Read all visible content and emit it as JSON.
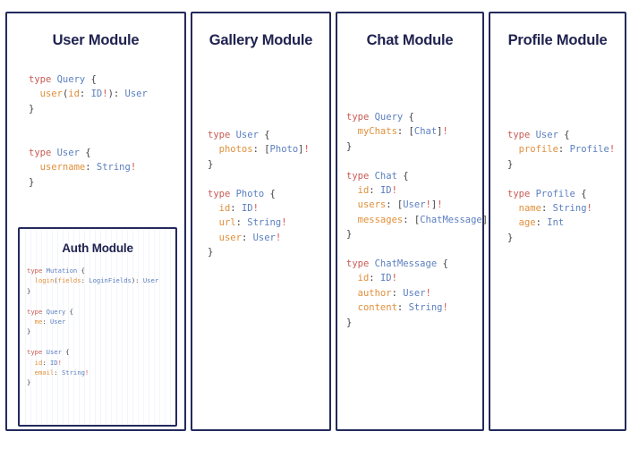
{
  "diagram": {
    "kind": "graphql-schema-module-panels",
    "background": "#ffffff",
    "border_color": "#232a5c",
    "title_color": "#20234f",
    "token_colors": {
      "keyword": "#c75b55",
      "type_name": "#5b7fc0",
      "field_name": "#e0903c",
      "punctuation": "#3f3f46",
      "bang": "#d1544c"
    }
  },
  "panels": [
    {
      "id": "user",
      "title": "User Module",
      "code_lines": [
        [
          {
            "t": "type ",
            "c": "k"
          },
          {
            "t": "Query",
            "c": "t"
          },
          {
            "t": " {",
            "c": "p"
          }
        ],
        [
          {
            "t": "  user",
            "c": "f"
          },
          {
            "t": "(",
            "c": "p"
          },
          {
            "t": "id",
            "c": "f"
          },
          {
            "t": ": ",
            "c": "p"
          },
          {
            "t": "ID",
            "c": "t"
          },
          {
            "t": "!",
            "c": "b"
          },
          {
            "t": "): ",
            "c": "p"
          },
          {
            "t": "User",
            "c": "t"
          }
        ],
        [
          {
            "t": "}",
            "c": "p"
          }
        ],
        [
          {
            "t": "",
            "c": "p"
          }
        ],
        [
          {
            "t": "",
            "c": "p"
          }
        ],
        [
          {
            "t": "type ",
            "c": "k"
          },
          {
            "t": "User",
            "c": "t"
          },
          {
            "t": " {",
            "c": "p"
          }
        ],
        [
          {
            "t": "  username",
            "c": "f"
          },
          {
            "t": ": ",
            "c": "p"
          },
          {
            "t": "String",
            "c": "t"
          },
          {
            "t": "!",
            "c": "b"
          }
        ],
        [
          {
            "t": "}",
            "c": "p"
          }
        ]
      ],
      "nested": {
        "id": "auth",
        "title": "Auth Module",
        "code_lines": [
          [
            {
              "t": "type ",
              "c": "k"
            },
            {
              "t": "Mutation",
              "c": "t"
            },
            {
              "t": " {",
              "c": "p"
            }
          ],
          [
            {
              "t": "  login",
              "c": "f"
            },
            {
              "t": "(",
              "c": "p"
            },
            {
              "t": "fields",
              "c": "f"
            },
            {
              "t": ": ",
              "c": "p"
            },
            {
              "t": "LoginFields",
              "c": "t"
            },
            {
              "t": "): ",
              "c": "p"
            },
            {
              "t": "User",
              "c": "t"
            }
          ],
          [
            {
              "t": "}",
              "c": "p"
            }
          ],
          [
            {
              "t": "",
              "c": "p"
            }
          ],
          [
            {
              "t": "type ",
              "c": "k"
            },
            {
              "t": "Query",
              "c": "t"
            },
            {
              "t": " {",
              "c": "p"
            }
          ],
          [
            {
              "t": "  me",
              "c": "f"
            },
            {
              "t": ": ",
              "c": "p"
            },
            {
              "t": "User",
              "c": "t"
            }
          ],
          [
            {
              "t": "}",
              "c": "p"
            }
          ],
          [
            {
              "t": "",
              "c": "p"
            }
          ],
          [
            {
              "t": "type ",
              "c": "k"
            },
            {
              "t": "User",
              "c": "t"
            },
            {
              "t": " {",
              "c": "p"
            }
          ],
          [
            {
              "t": "  id",
              "c": "f"
            },
            {
              "t": ": ",
              "c": "p"
            },
            {
              "t": "ID",
              "c": "t"
            },
            {
              "t": "!",
              "c": "b"
            }
          ],
          [
            {
              "t": "  email",
              "c": "f"
            },
            {
              "t": ": ",
              "c": "p"
            },
            {
              "t": "String",
              "c": "t"
            },
            {
              "t": "!",
              "c": "b"
            }
          ],
          [
            {
              "t": "}",
              "c": "p"
            }
          ]
        ]
      }
    },
    {
      "id": "gallery",
      "title": "Gallery Module",
      "code_lines": [
        [
          {
            "t": "type ",
            "c": "k"
          },
          {
            "t": "User",
            "c": "t"
          },
          {
            "t": " {",
            "c": "p"
          }
        ],
        [
          {
            "t": "  photos",
            "c": "f"
          },
          {
            "t": ": [",
            "c": "p"
          },
          {
            "t": "Photo",
            "c": "t"
          },
          {
            "t": "]",
            "c": "p"
          },
          {
            "t": "!",
            "c": "b"
          }
        ],
        [
          {
            "t": "}",
            "c": "p"
          }
        ],
        [
          {
            "t": "",
            "c": "p"
          }
        ],
        [
          {
            "t": "type ",
            "c": "k"
          },
          {
            "t": "Photo",
            "c": "t"
          },
          {
            "t": " {",
            "c": "p"
          }
        ],
        [
          {
            "t": "  id",
            "c": "f"
          },
          {
            "t": ": ",
            "c": "p"
          },
          {
            "t": "ID",
            "c": "t"
          },
          {
            "t": "!",
            "c": "b"
          }
        ],
        [
          {
            "t": "  url",
            "c": "f"
          },
          {
            "t": ": ",
            "c": "p"
          },
          {
            "t": "String",
            "c": "t"
          },
          {
            "t": "!",
            "c": "b"
          }
        ],
        [
          {
            "t": "  user",
            "c": "f"
          },
          {
            "t": ": ",
            "c": "p"
          },
          {
            "t": "User",
            "c": "t"
          },
          {
            "t": "!",
            "c": "b"
          }
        ],
        [
          {
            "t": "}",
            "c": "p"
          }
        ]
      ]
    },
    {
      "id": "chat",
      "title": "Chat Module",
      "code_lines": [
        [
          {
            "t": "type ",
            "c": "k"
          },
          {
            "t": "Query",
            "c": "t"
          },
          {
            "t": " {",
            "c": "p"
          }
        ],
        [
          {
            "t": "  myChats",
            "c": "f"
          },
          {
            "t": ": [",
            "c": "p"
          },
          {
            "t": "Chat",
            "c": "t"
          },
          {
            "t": "]",
            "c": "p"
          },
          {
            "t": "!",
            "c": "b"
          }
        ],
        [
          {
            "t": "}",
            "c": "p"
          }
        ],
        [
          {
            "t": "",
            "c": "p"
          }
        ],
        [
          {
            "t": "type ",
            "c": "k"
          },
          {
            "t": "Chat",
            "c": "t"
          },
          {
            "t": " {",
            "c": "p"
          }
        ],
        [
          {
            "t": "  id",
            "c": "f"
          },
          {
            "t": ": ",
            "c": "p"
          },
          {
            "t": "ID",
            "c": "t"
          },
          {
            "t": "!",
            "c": "b"
          }
        ],
        [
          {
            "t": "  users",
            "c": "f"
          },
          {
            "t": ": [",
            "c": "p"
          },
          {
            "t": "User",
            "c": "t"
          },
          {
            "t": "!",
            "c": "b"
          },
          {
            "t": "]",
            "c": "p"
          },
          {
            "t": "!",
            "c": "b"
          }
        ],
        [
          {
            "t": "  messages",
            "c": "f"
          },
          {
            "t": ": [",
            "c": "p"
          },
          {
            "t": "ChatMessage",
            "c": "t"
          },
          {
            "t": "]",
            "c": "p"
          },
          {
            "t": "!",
            "c": "b"
          }
        ],
        [
          {
            "t": "}",
            "c": "p"
          }
        ],
        [
          {
            "t": "",
            "c": "p"
          }
        ],
        [
          {
            "t": "type ",
            "c": "k"
          },
          {
            "t": "ChatMessage",
            "c": "t"
          },
          {
            "t": " {",
            "c": "p"
          }
        ],
        [
          {
            "t": "  id",
            "c": "f"
          },
          {
            "t": ": ",
            "c": "p"
          },
          {
            "t": "ID",
            "c": "t"
          },
          {
            "t": "!",
            "c": "b"
          }
        ],
        [
          {
            "t": "  author",
            "c": "f"
          },
          {
            "t": ": ",
            "c": "p"
          },
          {
            "t": "User",
            "c": "t"
          },
          {
            "t": "!",
            "c": "b"
          }
        ],
        [
          {
            "t": "  content",
            "c": "f"
          },
          {
            "t": ": ",
            "c": "p"
          },
          {
            "t": "String",
            "c": "t"
          },
          {
            "t": "!",
            "c": "b"
          }
        ],
        [
          {
            "t": "}",
            "c": "p"
          }
        ]
      ]
    },
    {
      "id": "profile",
      "title": "Profile Module",
      "code_lines": [
        [
          {
            "t": "type ",
            "c": "k"
          },
          {
            "t": "User",
            "c": "t"
          },
          {
            "t": " {",
            "c": "p"
          }
        ],
        [
          {
            "t": "  profile",
            "c": "f"
          },
          {
            "t": ": ",
            "c": "p"
          },
          {
            "t": "Profile",
            "c": "t"
          },
          {
            "t": "!",
            "c": "b"
          }
        ],
        [
          {
            "t": "}",
            "c": "p"
          }
        ],
        [
          {
            "t": "",
            "c": "p"
          }
        ],
        [
          {
            "t": "type ",
            "c": "k"
          },
          {
            "t": "Profile",
            "c": "t"
          },
          {
            "t": " {",
            "c": "p"
          }
        ],
        [
          {
            "t": "  name",
            "c": "f"
          },
          {
            "t": ": ",
            "c": "p"
          },
          {
            "t": "String",
            "c": "t"
          },
          {
            "t": "!",
            "c": "b"
          }
        ],
        [
          {
            "t": "  age",
            "c": "f"
          },
          {
            "t": ": ",
            "c": "p"
          },
          {
            "t": "Int",
            "c": "t"
          }
        ],
        [
          {
            "t": "}",
            "c": "p"
          }
        ]
      ]
    }
  ]
}
